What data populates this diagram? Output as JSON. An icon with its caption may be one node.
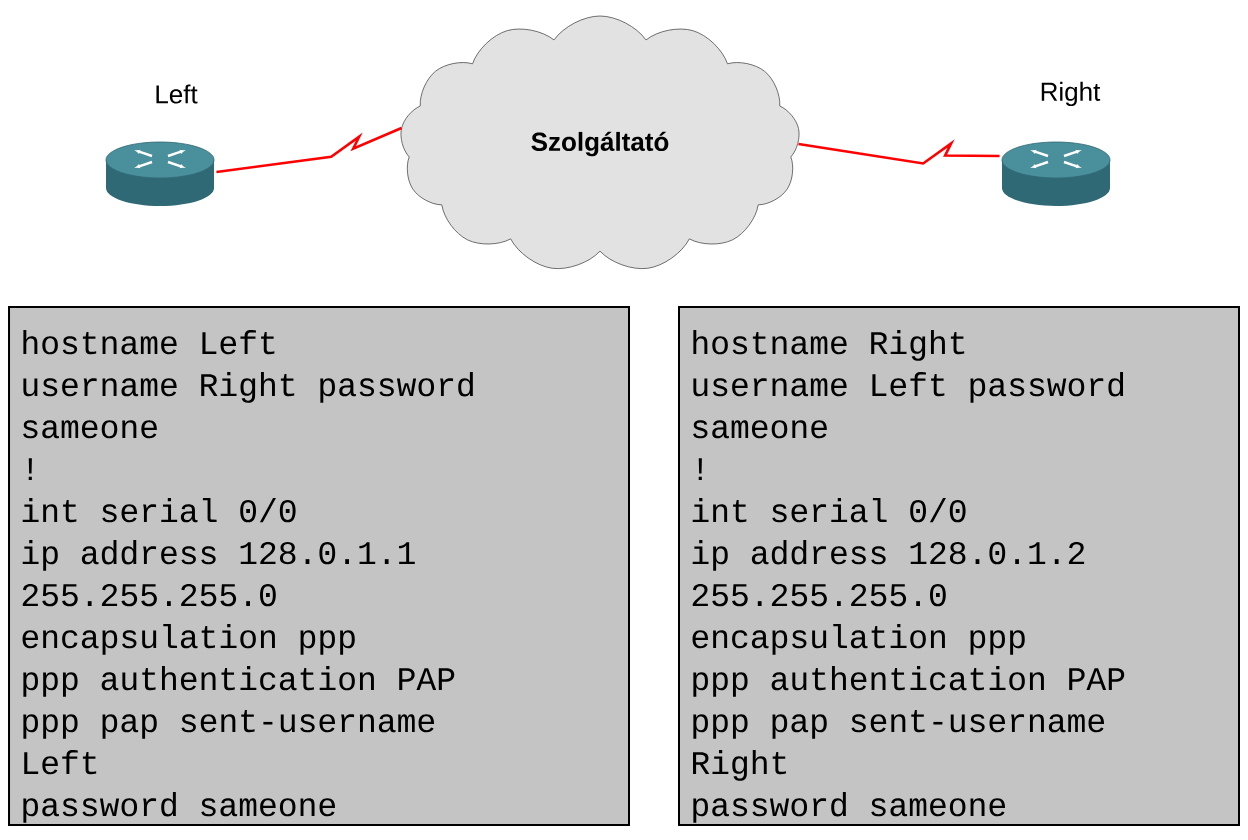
{
  "diagram": {
    "nodes": [
      {
        "text": [
          "Left"
        ]
      },
      {
        "text": [
          "Szolgáltató"
        ]
      },
      {
        "text": [
          "Right"
        ]
      },
      {
        "text": [
          "hostname Left",
          "username Right password",
          "sameone",
          "!",
          "int serial 0/0",
          "ip address 128.0.1.1",
          "255.255.255.0",
          "encapsulation ppp",
          "ppp authentication PAP",
          "ppp pap sent-username",
          "Left",
          "password sameone"
        ]
      },
      {
        "text": [
          "hostname Right",
          "username Left password",
          "sameone",
          "!",
          "int serial 0/0",
          "ip address 128.0.1.2",
          "255.255.255.0",
          "encapsulation ppp",
          "ppp authentication PAP",
          "ppp pap sent-username",
          "Right",
          "password sameone"
        ]
      }
    ],
    "edges": [
      {
        "from": 0,
        "to": 1,
        "arrow": "none"
      },
      {
        "from": 1,
        "to": 2,
        "arrow": "none"
      }
    ]
  }
}
